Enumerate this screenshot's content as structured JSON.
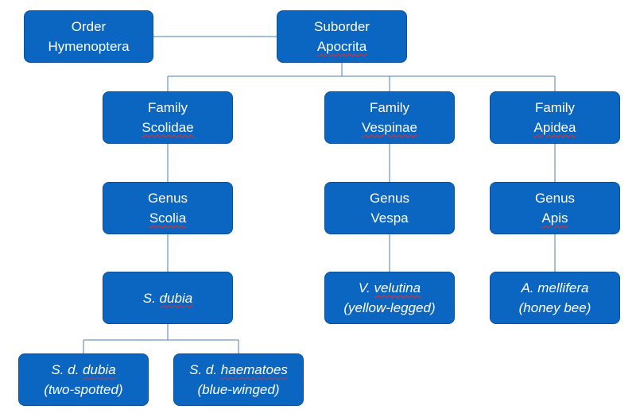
{
  "colors": {
    "node_fill": "#0b66c2",
    "node_text": "#ffffff",
    "connector": "#4a7ebb"
  },
  "nodes": {
    "order": {
      "line1": "Order",
      "line2": "Hymenoptera"
    },
    "suborder": {
      "line1": "Suborder",
      "line2": "Apocrita"
    },
    "scolidae": {
      "line1": "Family",
      "line2": "Scolidae"
    },
    "vespinae": {
      "line1": "Family",
      "line2": "Vespinae"
    },
    "apidea": {
      "line1": "Family",
      "line2": "Apidea"
    },
    "scolia": {
      "line1": "Genus",
      "line2": "Scolia"
    },
    "vespa": {
      "line1": "Genus",
      "line2": "Vespa"
    },
    "apis": {
      "line1": "Genus",
      "line2": "Apis"
    },
    "s_dubia": {
      "prefix": "S.",
      "name": "dubia"
    },
    "v_velutina": {
      "prefix": "V.",
      "name": "velutina",
      "common": "(yellow-legged)"
    },
    "a_mellifera": {
      "prefix": "A.",
      "name": "mellifera",
      "common": "(honey bee)"
    },
    "s_d_dubia": {
      "prefix": "S. d.",
      "name": "dubia",
      "common": "(two-spotted)"
    },
    "s_d_haematoes": {
      "prefix": "S. d.",
      "name": "haematoes",
      "common": "(blue-winged)"
    }
  }
}
